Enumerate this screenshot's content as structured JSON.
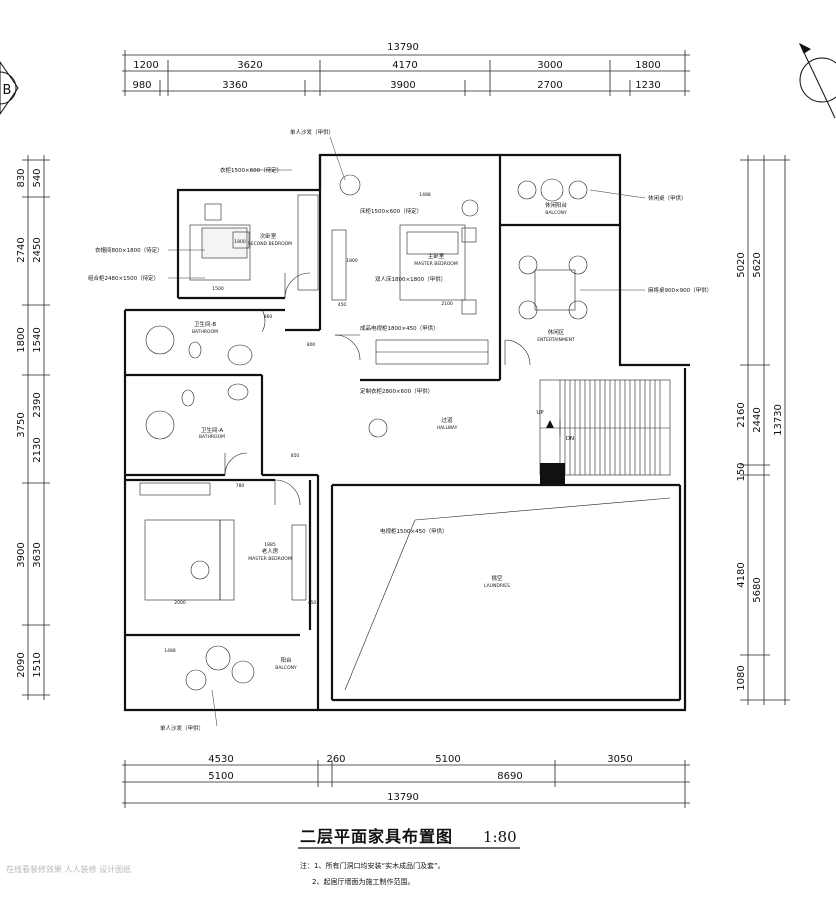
{
  "dimensions": {
    "top_total": "13790",
    "top_row1": [
      "1200",
      "3620",
      "4170",
      "3000",
      "1800"
    ],
    "top_row2": [
      "980",
      "3360",
      "3900",
      "2700",
      "1230"
    ],
    "left_outer": [
      "830",
      "2740",
      "1800",
      "3750",
      "3900",
      "2090"
    ],
    "left_inner": [
      "540",
      "2450",
      "1540",
      "2390",
      "2130",
      "3630",
      "1510"
    ],
    "right_outer": [
      "5620",
      "2440",
      "5680"
    ],
    "right_inner": [
      "5020",
      "2160",
      "150",
      "4180",
      "1080"
    ],
    "right_total": "13730",
    "bottom_row1": [
      "4530",
      "260",
      "5100",
      "3050"
    ],
    "bottom_row2": [
      "5100",
      "8690"
    ],
    "bottom_total": "13790"
  },
  "callouts": {
    "sofa_top": "单人沙发（甲供）",
    "wardrobe": "衣柜1500×600（待定）",
    "bed_linen_cabinet": "床柜1500×600（待定）",
    "closet": "衣帽间800×1800（待定）",
    "tall_cabinet": "组合柜2480×1500（待定）",
    "tea_table": "休闲桌（甲供）",
    "mahjong_table": "麻将桌900×900（甲供）",
    "master_bed_note": "双人床1800×1800（甲供）",
    "tv_cabinet": "成品电视柜1800×450（甲供）",
    "hall_cabinet": "定制衣柜2800×600（甲供）",
    "elder_tv": "电视柜1500×450（甲供）",
    "sofa_bottom": "单人沙发（甲供）"
  },
  "rooms": {
    "bedroom": "次卧室",
    "bedroom_en": "SECOND BEDROOM",
    "bath_a": "卫生间-B",
    "bath_a_en": "BATHROOM",
    "bath_b": "卫生间-A",
    "bath_b_en": "BATHROOM",
    "master": "主卧室",
    "master_en": "MASTER BEDROOM",
    "balcony_top": "休闲阳台",
    "balcony_top_en": "BALCONY",
    "leisure": "休闲区",
    "leisure_en": "ENTERTAINMENT",
    "hall": "过道",
    "hall_en": "HALLWAY",
    "elder": "老人房",
    "elder_en": "MASTER BEDROOM",
    "balcony_bottom": "阳台",
    "balcony_bottom_en": "BALCONY",
    "void": "挑空",
    "void_en": "LAUNDRIES"
  },
  "stair": {
    "up": "UP",
    "down": "DN"
  },
  "furniture_dims": {
    "bed1_w": "1500",
    "bed1_h": "1800",
    "master_bed_w": "2100",
    "master_bed_h": "1800",
    "elder_bed_w": "2000",
    "elder_bed_h": "1885",
    "d860": "860",
    "d850": "850",
    "d800": "800",
    "d780": "780",
    "d450a": "450",
    "d450b": "450",
    "d1488a": "1488",
    "d1488b": "1488"
  },
  "compass": "B",
  "footer": {
    "title": "二层平面家具布置图",
    "scale": "1:80",
    "note1": "注：1、所有门洞口均安装“实木成品门及套”。",
    "note2": "2、起居厅墙面为施工制作范围。",
    "watermark": "在线看装修效果 人人装修 设计图纸"
  }
}
